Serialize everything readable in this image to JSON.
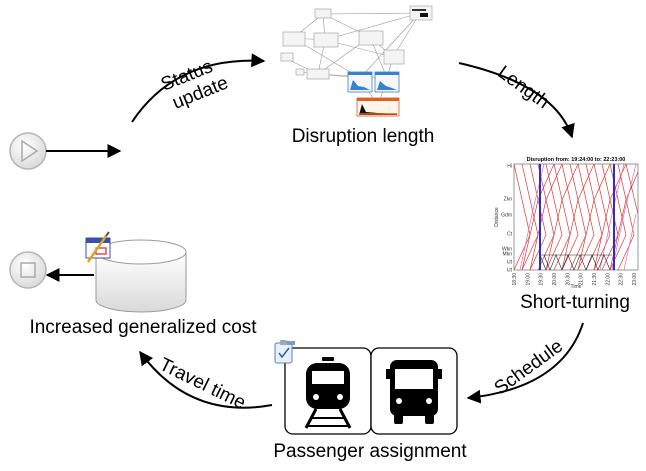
{
  "diagram": {
    "nodes": {
      "disruption_length": "Disruption length",
      "short_turning": "Short-turning",
      "passenger_assignment": "Passenger assignment",
      "increased_cost": "Increased generalized cost"
    },
    "edges": {
      "status_update_line1": "Status",
      "status_update_line2": "update",
      "length": "Length",
      "schedule": "Schedule",
      "travel_time": "Travel time"
    },
    "timetable_chart": {
      "title": "Disruption from: 19:24:00 to: 22:23:00",
      "ylabel": "Distance",
      "xlabel": "Time",
      "y_ticks": [
        "Hi",
        "Zkn",
        "Gdm",
        "Ct",
        "Wkn",
        "Mkn",
        "Ut",
        "Ut"
      ],
      "x_ticks": [
        "18:30",
        "19:00",
        "19:30",
        "20:00",
        "20:30",
        "21:00",
        "21:30",
        "22:00",
        "22:30",
        "23:00"
      ]
    },
    "icons": [
      "start-event-icon",
      "end-event-icon",
      "database-icon",
      "train-icon",
      "bus-icon",
      "clipboard-icon",
      "calendar-icon"
    ]
  }
}
